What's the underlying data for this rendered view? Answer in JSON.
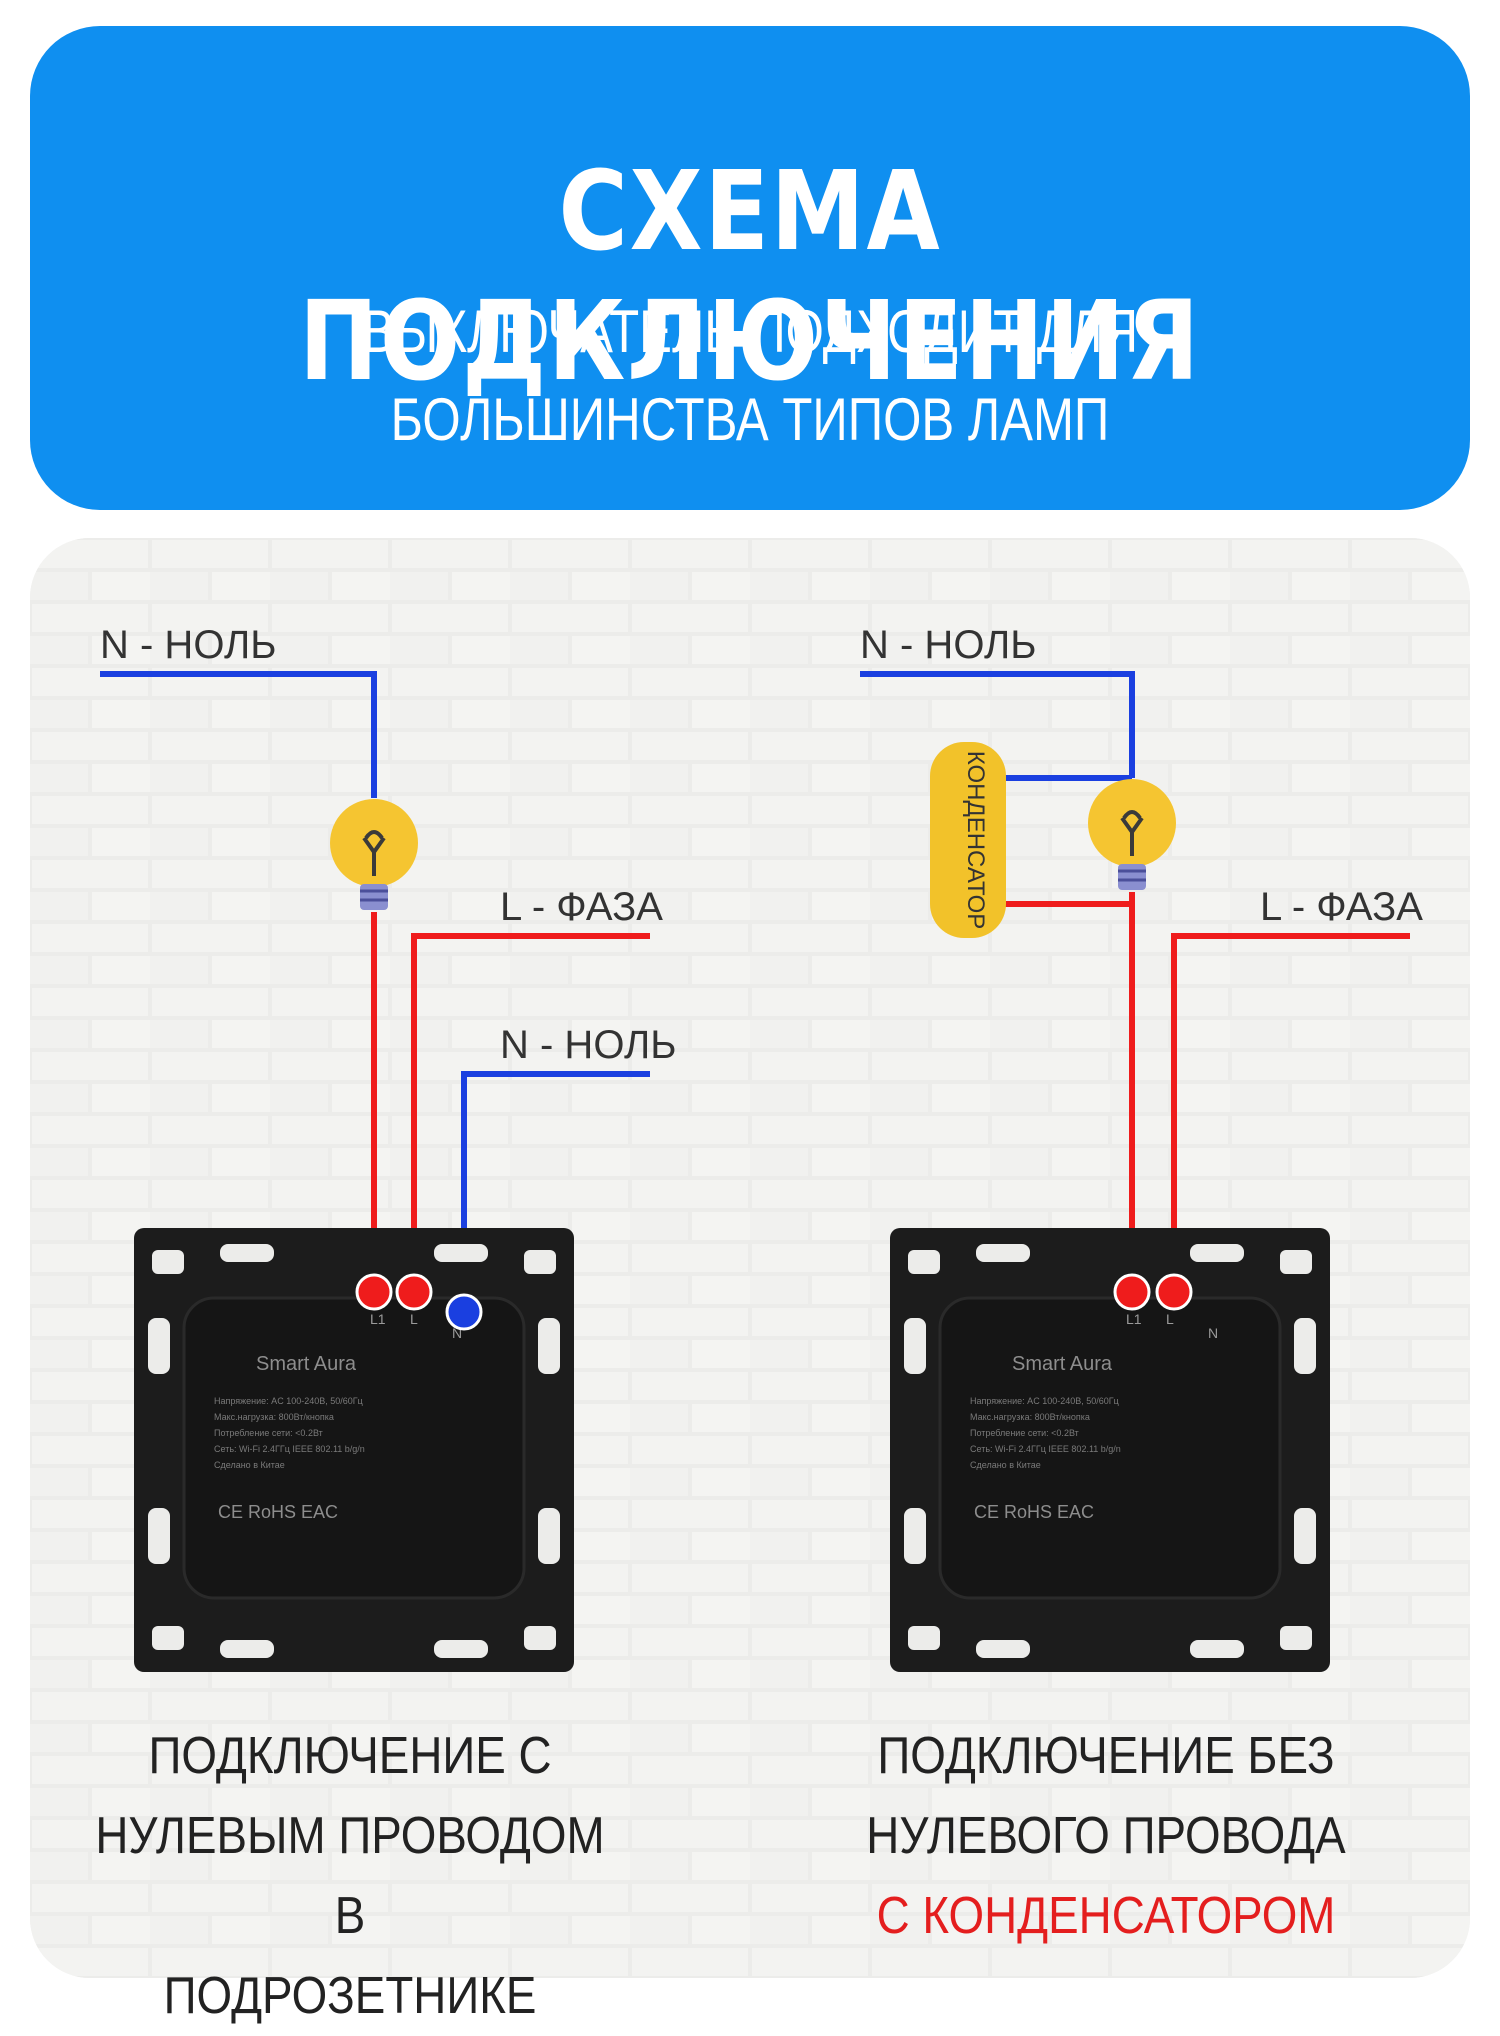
{
  "header": {
    "title": "СХЕМА ПОДКЛЮЧЕНИЯ",
    "subtitle_line1": "ВЫКЛЮЧАТЕЛЬ ПОДХОДИТ ДЛЯ",
    "subtitle_line2": "БОЛЬШИНСТВА ТИПОВ ЛАМП"
  },
  "left": {
    "label_neutral_top": "N - НОЛЬ",
    "label_phase": "L - ФАЗА",
    "label_neutral_bottom": "N - НОЛЬ",
    "caption_line1": "ПОДКЛЮЧЕНИЕ С",
    "caption_line2": "НУЛЕВЫМ ПРОВОДОМ В",
    "caption_line3": "ПОДРОЗЕТНИКЕ"
  },
  "right": {
    "label_neutral_top": "N - НОЛЬ",
    "label_capacitor": "КОНДЕНСАТОР",
    "label_phase": "L - ФАЗА",
    "caption_line1": "ПОДКЛЮЧЕНИЕ БЕЗ",
    "caption_line2": "НУЛЕВОГО ПРОВОДА",
    "caption_line3": "С КОНДЕНСАТОРОМ"
  },
  "device": {
    "brand": "Smart Aura",
    "spec1": "Напряжение: AC 100-240В, 50/60Гц",
    "spec2": "Макс.нагрузка: 800Вт/кнопка",
    "spec3": "Потребление сети: <0.2Вт",
    "spec4": "Сеть: Wi-Fi 2.4ГГц IEEE 802.11 b/g/n",
    "spec5": "Сделано в Китае",
    "marks": "CE   RoHS   EAC",
    "terminal_l1": "L1",
    "terminal_l": "L",
    "terminal_n": "N"
  },
  "colors": {
    "header_blue": "#0f8ff0",
    "neutral_wire": "#1a3fe0",
    "phase_wire": "#ef1c1c",
    "capacitor": "#f2c22a",
    "bulb": "#f5c531",
    "caption_red": "#e41e1e"
  },
  "icons": [
    "light-bulb-icon",
    "capacitor-icon",
    "switch-mechanism"
  ]
}
